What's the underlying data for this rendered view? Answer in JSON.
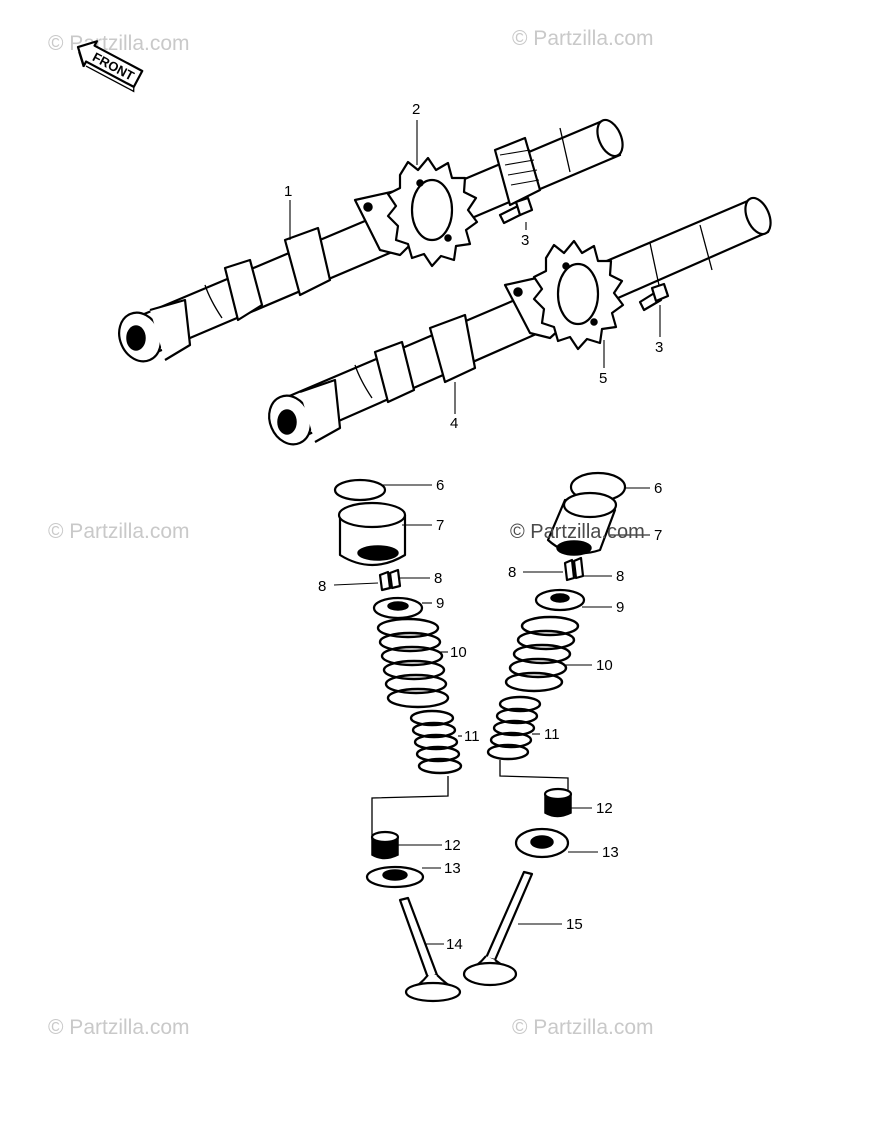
{
  "watermark_text": "© Partzilla.com",
  "front_arrow_label": "FRONT",
  "callouts": {
    "c1": "1",
    "c2": "2",
    "c3a": "3",
    "c3b": "3",
    "c4": "4",
    "c5": "5",
    "c6a": "6",
    "c6b": "6",
    "c7a": "7",
    "c7b": "7",
    "c8a": "8",
    "c8b": "8",
    "c8c": "8",
    "c8d": "8",
    "c9a": "9",
    "c9b": "9",
    "c10a": "10",
    "c10b": "10",
    "c11a": "11",
    "c11b": "11",
    "c12a": "12",
    "c12b": "12",
    "c13a": "13",
    "c13b": "13",
    "c14": "14",
    "c15": "15"
  }
}
